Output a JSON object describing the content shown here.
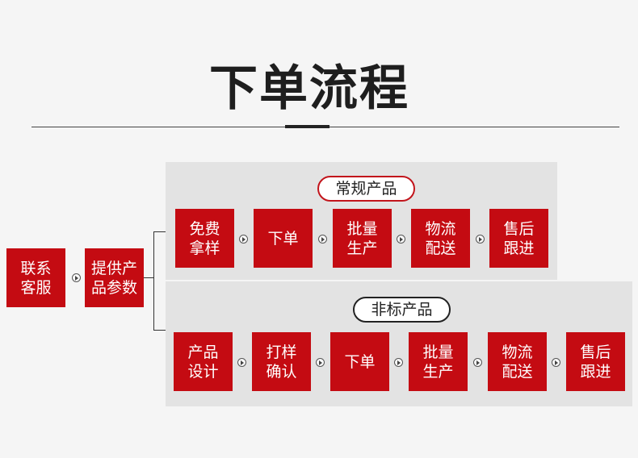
{
  "title": "下单流程",
  "start_steps": [
    "联系\n客服",
    "提供产\n品参数"
  ],
  "regular": {
    "label": "常规产品",
    "steps": [
      "免费\n拿样",
      "下单",
      "批量\n生产",
      "物流\n配送",
      "售后\n跟进"
    ]
  },
  "custom": {
    "label": "非标产品",
    "steps": [
      "产品\n设计",
      "打样\n确认",
      "下单",
      "批量\n生产",
      "物流\n配送",
      "售后\n跟进"
    ]
  },
  "colors": {
    "box": "#c40b12",
    "panel": "#e3e3e3",
    "accent_border": "#c2141b"
  },
  "icons": {
    "connector": "arrow-right-circle-icon"
  }
}
